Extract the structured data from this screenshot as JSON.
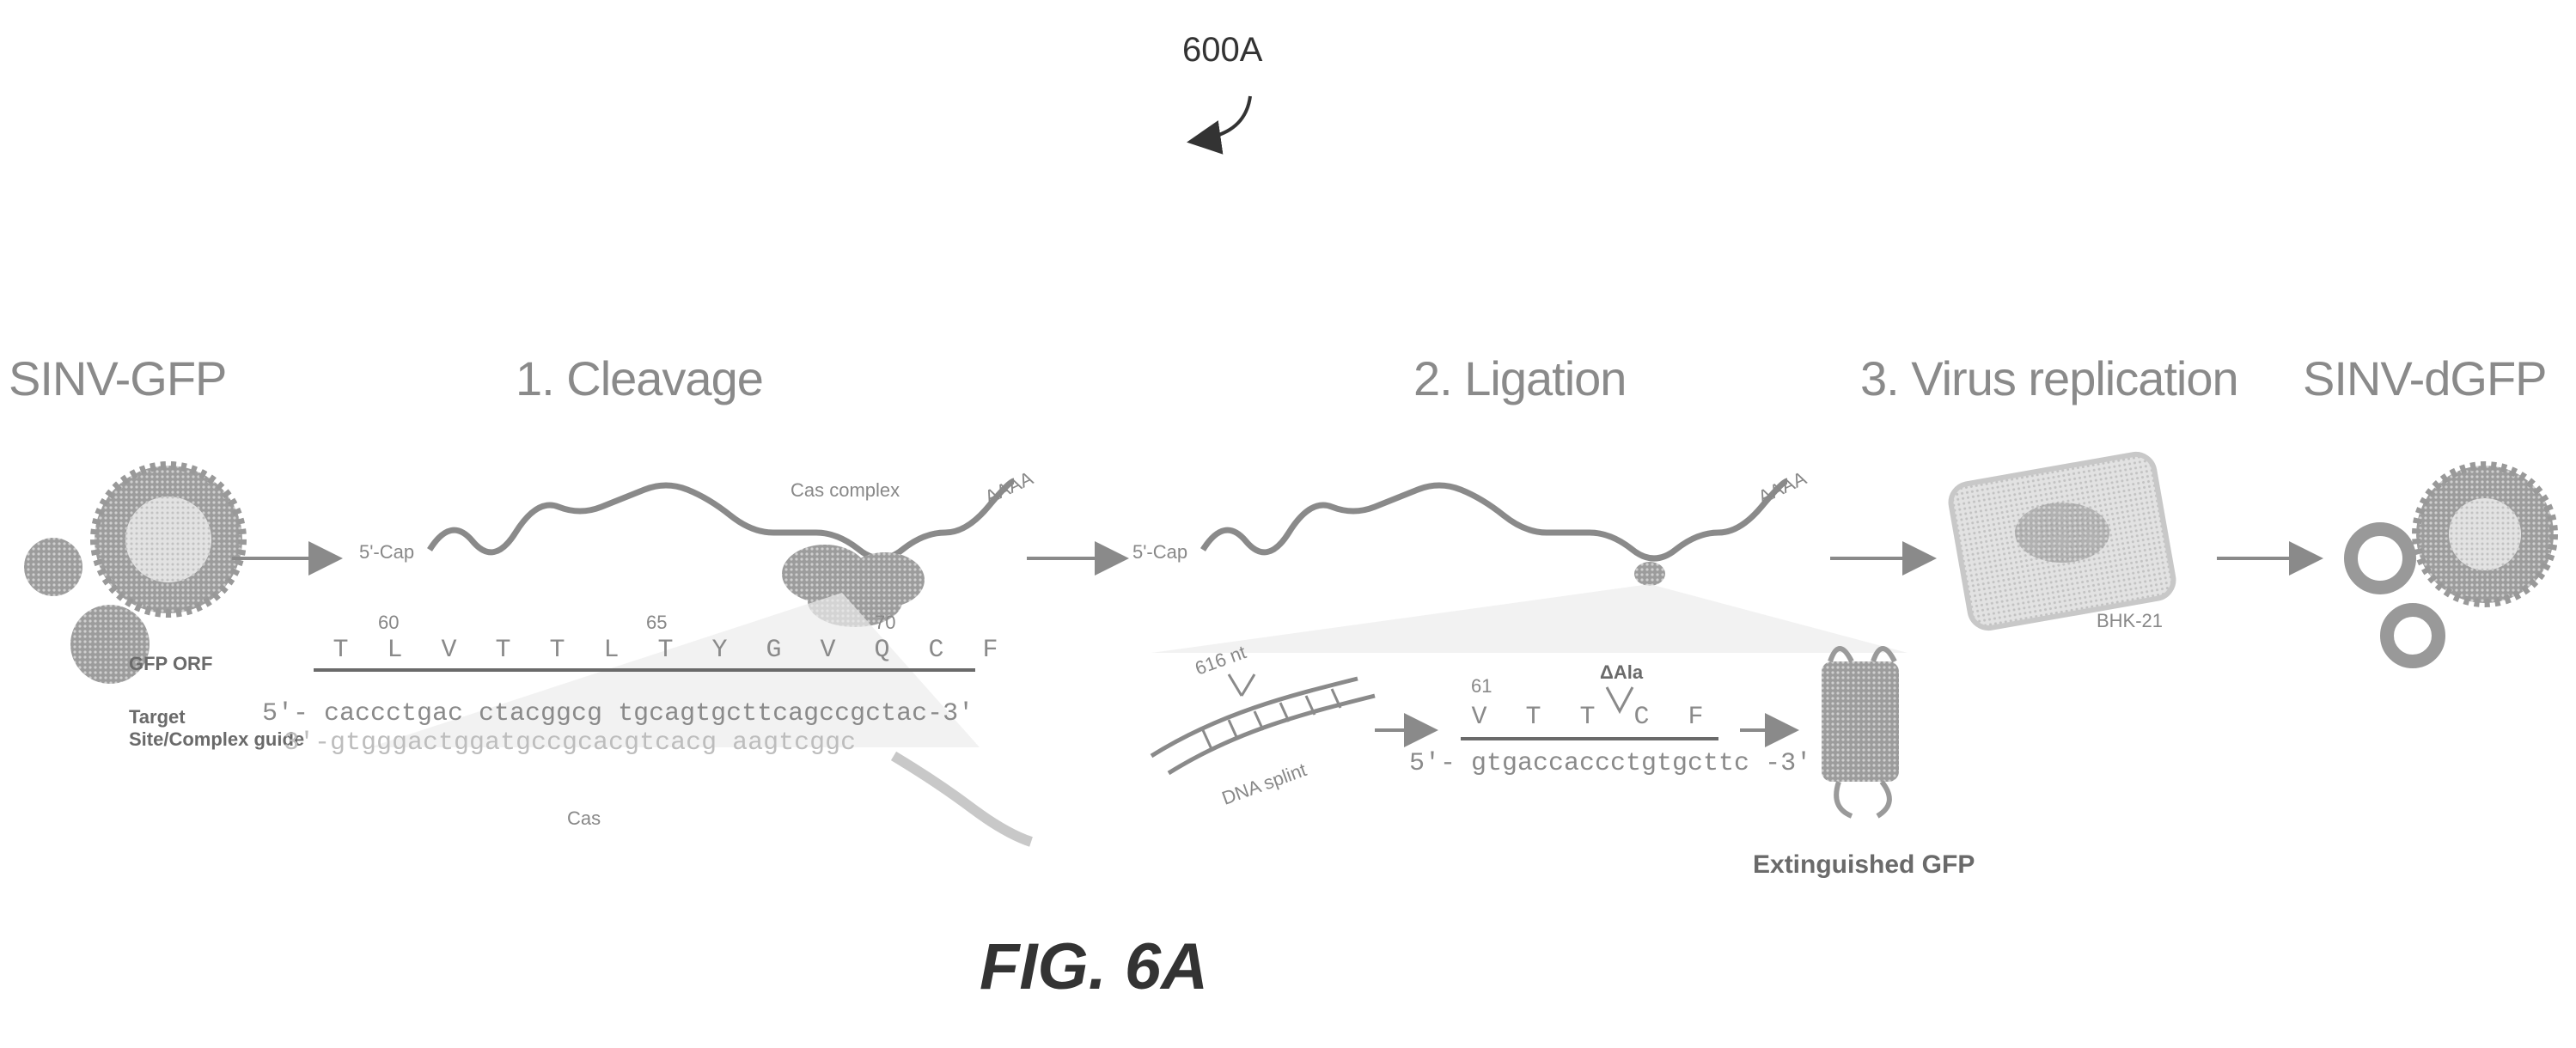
{
  "reference_numeral": "600A",
  "figure_caption": "FIG. 6A",
  "left_virus_label": "SINV-GFP",
  "right_virus_label": "SINV-dGFP",
  "steps": {
    "cleavage": "1. Cleavage",
    "ligation": "2. Ligation",
    "replication": "3. Virus replication"
  },
  "cleavage": {
    "five_prime": "5'-Cap",
    "poly_a": "AAAA",
    "complex_label": "Cas complex",
    "orf_label": "GFP ORF",
    "aa_sequence": [
      "T",
      "L",
      "V",
      "T",
      "T",
      "L",
      "T",
      "Y",
      "G",
      "V",
      "Q",
      "C",
      "F"
    ],
    "aa_numbers": [
      "60",
      "65",
      "70"
    ],
    "target_label": "Target",
    "target_seq": "5'- caccctgac ctacggcg tgcagtgcttcagccgctac-3'",
    "guide_label": "Site/Complex guide",
    "guide_seq": "3'-gtgggactggatgccgcacgtcacg aagtcggc",
    "cas_label": "Cas"
  },
  "ligation": {
    "five_prime": "5'-Cap",
    "poly_a": "AAAA",
    "nt_label": "616 nt",
    "dna_label": "DNA splint",
    "del_label": "ΔAla",
    "aa_sequence": [
      "V",
      "T",
      "T",
      "C",
      "F"
    ],
    "aa_number": "61",
    "seq": "5'- gtgaccaccctgtgcttc -3'",
    "extinguished_label": "Extinguished GFP"
  },
  "replication": {
    "cell_label": "BHK-21"
  }
}
